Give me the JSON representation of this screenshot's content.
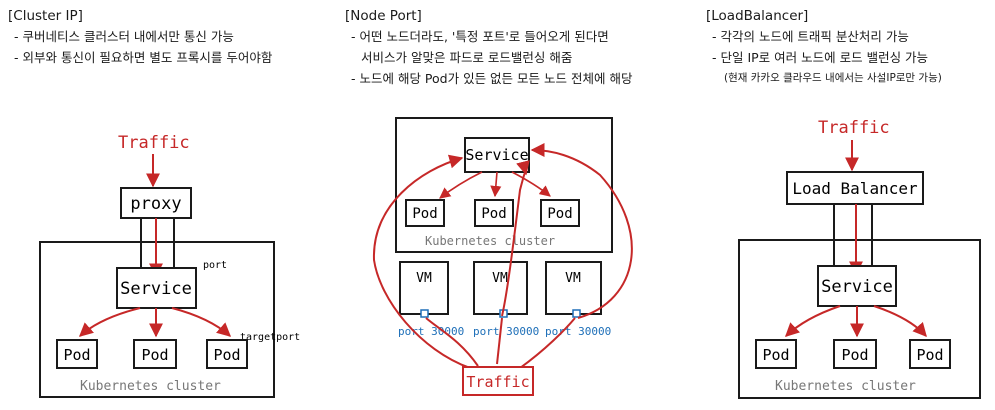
{
  "cluster_ip": {
    "title": "[Cluster IP]",
    "bullets": [
      "- 쿠버네티스 클러스터 내에서만 통신 가능",
      "- 외부와 통신이 필요하면 별도 프록시를 두어야함"
    ],
    "traffic": "Traffic",
    "proxy": "proxy",
    "service": "Service",
    "port_label": "port",
    "targetport_label": "targetport",
    "pods": [
      "Pod",
      "Pod",
      "Pod"
    ],
    "cluster_label": "Kubernetes cluster"
  },
  "node_port": {
    "title": "[Node Port]",
    "bullets": [
      "- 어떤 노드더라도, '특정 포트'로 들어오게 된다면",
      "서비스가 알맞은 파드로 로드밸런싱 해줌",
      "- 노드에 해당 Pod가 있든 없든 모든 노드 전체에 해당"
    ],
    "service": "Service",
    "pods": [
      "Pod",
      "Pod",
      "Pod"
    ],
    "cluster_label": "Kubernetes cluster",
    "vms": [
      "VM",
      "VM",
      "VM"
    ],
    "ports": [
      "port 30000",
      "port 30000",
      "port 30000"
    ],
    "traffic": "Traffic"
  },
  "load_balancer": {
    "title": "[LoadBalancer]",
    "bullets": [
      "- 각각의 노드에 트래픽 분산처리 가능",
      "- 단일 IP로 여러 노드에 로드 밸런싱 가능"
    ],
    "note": "(현재 카카오 클라우드 내에서는 사설IP로만 가능)",
    "traffic": "Traffic",
    "lb": "Load Balancer",
    "service": "Service",
    "pods": [
      "Pod",
      "Pod",
      "Pod"
    ],
    "cluster_label": "Kubernetes cluster"
  },
  "colors": {
    "arrow": "#c62828",
    "port": "#1e6fb8",
    "stroke": "#1a1a1a"
  }
}
